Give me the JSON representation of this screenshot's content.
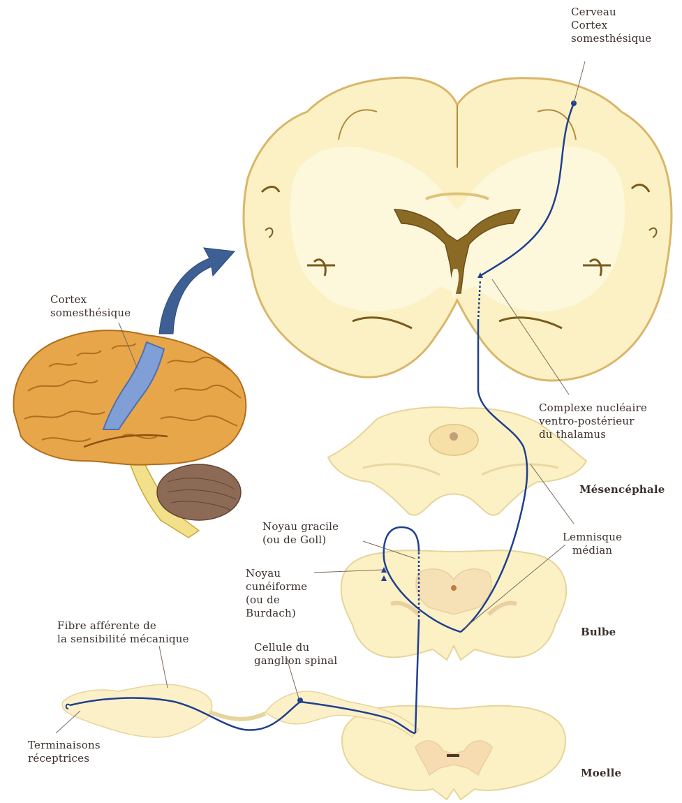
{
  "labels": {
    "cerveau_title": "Cerveau",
    "cortex_somesthesique_right": "Cortex\nsomesthésique",
    "cortex_somesthesique_left": "Cortex\nsomesthésique",
    "complexe_vpl": "Complexe nucléaire\nventro-postérieur\ndu thalamus",
    "mesencephale": "Mésencéphale",
    "lemnisque_median": "Lemnisque\nmédian",
    "noyau_gracile": "Noyau gracile\n(ou de Goll)",
    "noyau_cuneiforme": "Noyau\ncunéiforme\n(ou de\nBurdach)",
    "bulbe": "Bulbe",
    "fibre_afferente": "Fibre afférente de\nla sensibilité mécanique",
    "cellule_ganglion": "Cellule du\nganglion spinal",
    "terminaisons": "Terminaisons\nréceptrices",
    "moelle": "Moelle"
  },
  "colors": {
    "pathway": "#1f3f8f",
    "cortex_highlight": "#7f9fd6",
    "brain_gyri": "#e8a64a",
    "brain_tissue": "#fbf1c4",
    "gray_matter_outline": "#d9b66a",
    "ventricle": "#7a5a1c",
    "cerebellum": "#8c6a55",
    "arrow": "#3d5f94"
  },
  "icons": {
    "arrow": "curved-arrow-icon"
  }
}
